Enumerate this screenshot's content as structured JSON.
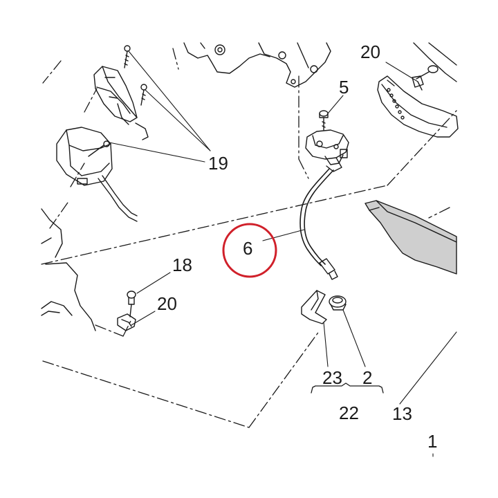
{
  "callouts": {
    "n20_top": "20",
    "n5": "5",
    "n19": "19",
    "n6": "6",
    "n18": "18",
    "n20_bottom": "20",
    "n23": "23",
    "n2": "2",
    "n22": "22",
    "n13": "13",
    "n1": "1"
  },
  "highlight": {
    "target": "6",
    "color": "#d0202a"
  },
  "colors": {
    "line": "#1a1a1a",
    "shade": "#cfcfcf"
  }
}
